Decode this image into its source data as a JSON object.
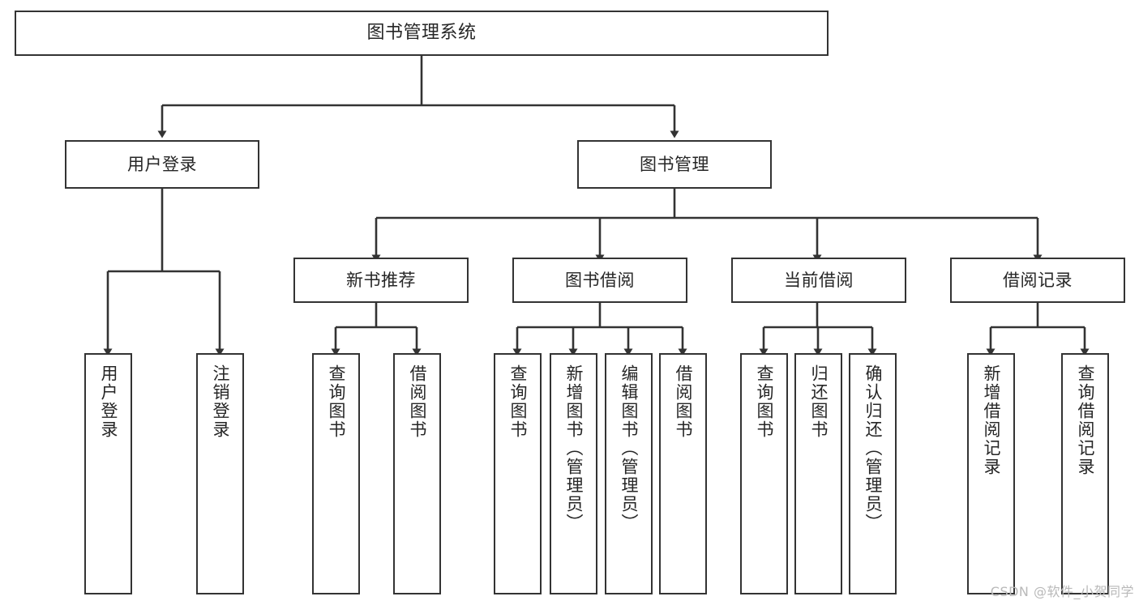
{
  "diagram": {
    "title": "图书管理系统",
    "type": "hierarchy-tree",
    "watermark": "CSDN @软件_小贺同学",
    "colors": {
      "stroke": "#333333",
      "fill": "#ffffff",
      "text": "#262626",
      "watermark": "#b9b9b9"
    },
    "nodes": {
      "root": {
        "label": "图书管理系统"
      },
      "level1": [
        {
          "id": "user-login",
          "label": "用户登录"
        },
        {
          "id": "book-manage",
          "label": "图书管理"
        }
      ],
      "level2": [
        {
          "id": "new-book-rec",
          "label": "新书推荐"
        },
        {
          "id": "book-borrow",
          "label": "图书借阅"
        },
        {
          "id": "current-borrow",
          "label": "当前借阅"
        },
        {
          "id": "borrow-record",
          "label": "借阅记录"
        }
      ],
      "leaves": {
        "user-login": [
          {
            "id": "leaf-user-login",
            "label": "用户登录"
          },
          {
            "id": "leaf-logout",
            "label": "注销登录"
          }
        ],
        "new-book-rec": [
          {
            "id": "leaf-query-book-1",
            "label": "查询图书"
          },
          {
            "id": "leaf-borrow-book-1",
            "label": "借阅图书"
          }
        ],
        "book-borrow": [
          {
            "id": "leaf-query-book-2",
            "label": "查询图书"
          },
          {
            "id": "leaf-add-book",
            "label": "新增图书（管理员）"
          },
          {
            "id": "leaf-edit-book",
            "label": "编辑图书（管理员）"
          },
          {
            "id": "leaf-borrow-book-2",
            "label": "借阅图书"
          }
        ],
        "current-borrow": [
          {
            "id": "leaf-query-book-3",
            "label": "查询图书"
          },
          {
            "id": "leaf-return-book",
            "label": "归还图书"
          },
          {
            "id": "leaf-confirm-return",
            "label": "确认归还（管理员）"
          }
        ],
        "borrow-record": [
          {
            "id": "leaf-add-record",
            "label": "新增借阅记录"
          },
          {
            "id": "leaf-query-record",
            "label": "查询借阅记录"
          }
        ]
      }
    }
  }
}
